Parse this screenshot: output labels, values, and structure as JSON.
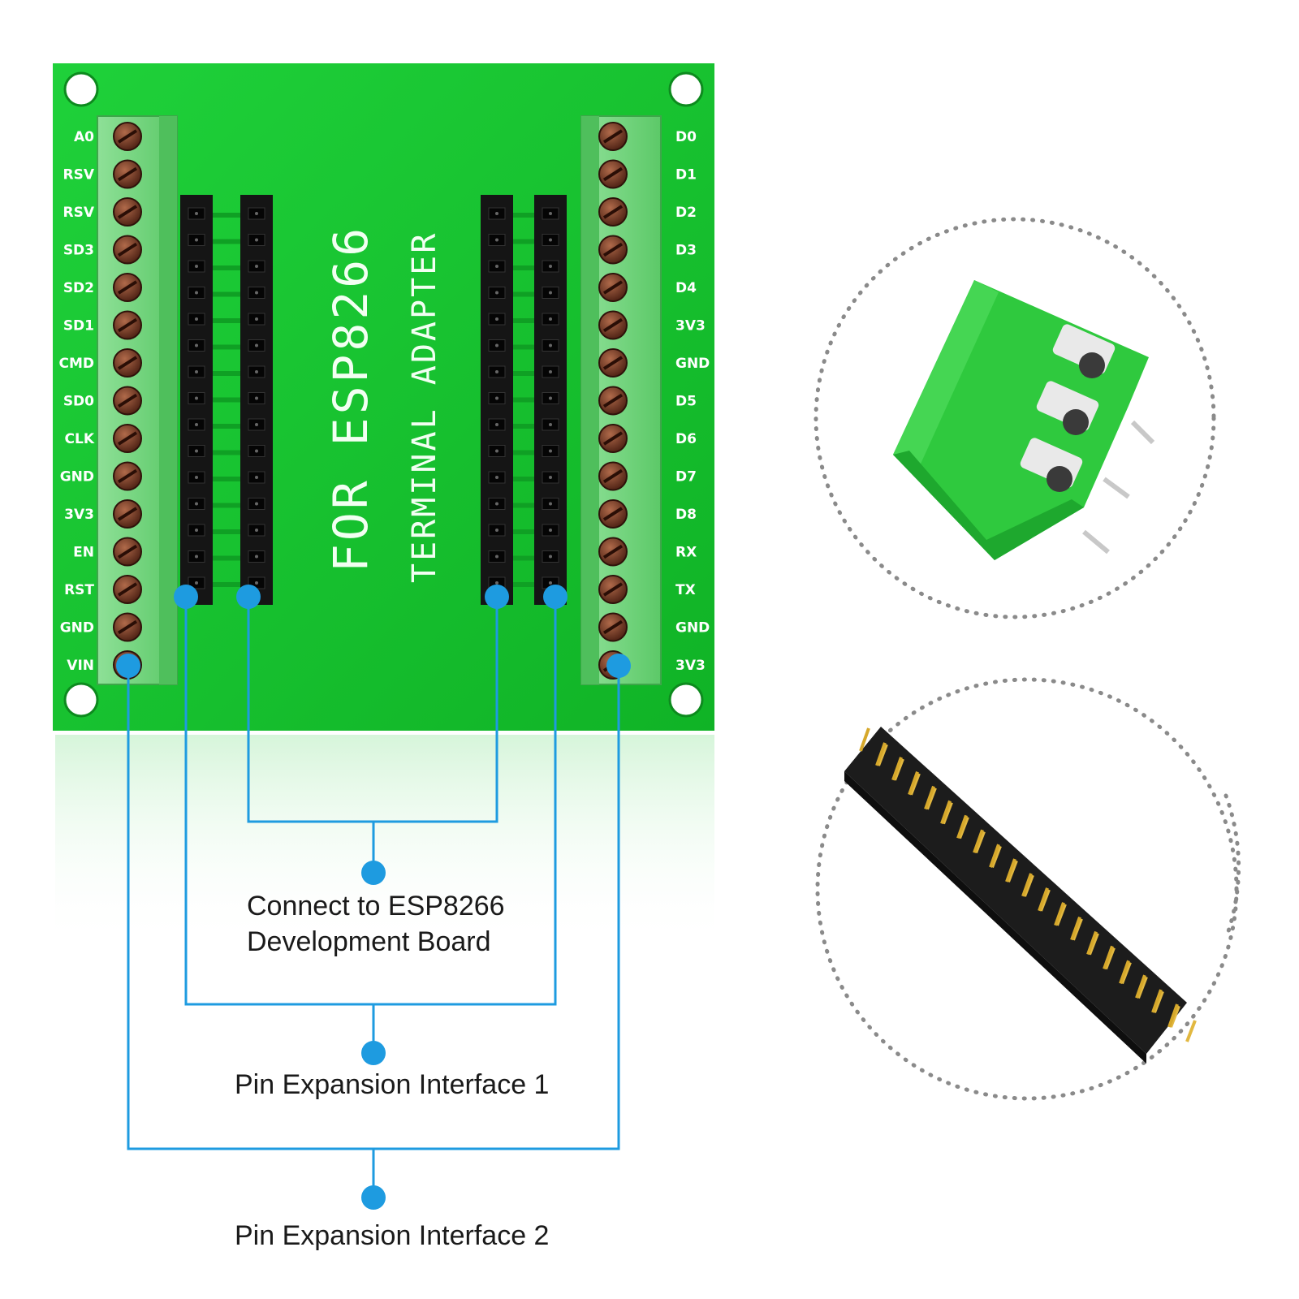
{
  "board": {
    "title_line1": "FOR ESP8266",
    "title_line2": "TERMINAL ADAPTER",
    "left_pins": [
      "A0",
      "RSV",
      "RSV",
      "SD3",
      "SD2",
      "SD1",
      "CMD",
      "SD0",
      "CLK",
      "GND",
      "3V3",
      "EN",
      "RST",
      "GND",
      "VIN"
    ],
    "right_pins": [
      "D0",
      "D1",
      "D2",
      "D3",
      "D4",
      "3V3",
      "GND",
      "D5",
      "D6",
      "D7",
      "D8",
      "RX",
      "TX",
      "GND",
      "3V3"
    ]
  },
  "callouts": {
    "connect_line1": "Connect to ESP8266",
    "connect_line2": "Development Board",
    "pin_expansion_1": "Pin Expansion Interface 1",
    "pin_expansion_2": "Pin Expansion Interface 2"
  },
  "colors": {
    "pcb_green": "#17c42a",
    "terminal_green": "#7bd985",
    "header_black": "#151515",
    "callout_blue": "#1e9be0",
    "text_dark": "#1a1a1a"
  },
  "icons": {
    "terminal_block": "terminal-block-3pin",
    "female_header": "female-pin-header"
  }
}
